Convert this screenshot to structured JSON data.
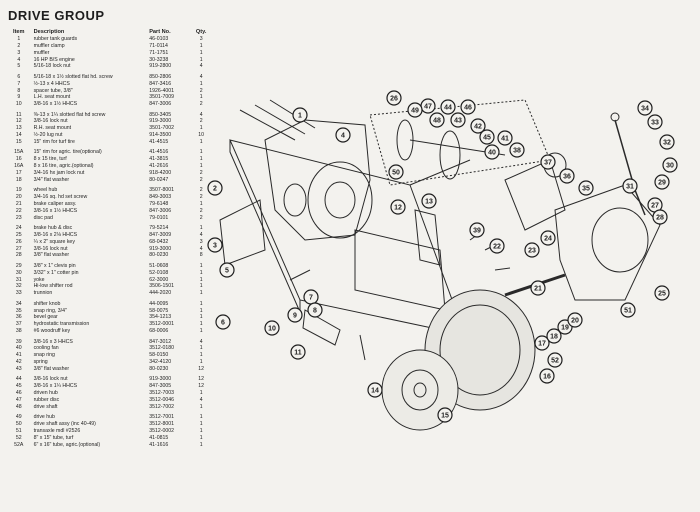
{
  "title": "DRIVE GROUP",
  "headers": {
    "item": "Item",
    "description": "Description",
    "part_no": "Part No.",
    "qty": "Qty."
  },
  "groups": [
    [
      {
        "item": "1",
        "desc": "rubber tank guards",
        "part": "46-0103",
        "qty": "3"
      },
      {
        "item": "2",
        "desc": "muffler clamp",
        "part": "71-0114",
        "qty": "1"
      },
      {
        "item": "3",
        "desc": "muffler",
        "part": "71-1751",
        "qty": "1"
      },
      {
        "item": "4",
        "desc": "16 HP B/S engine",
        "part": "30-3238",
        "qty": "1"
      },
      {
        "item": "5",
        "desc": "5/16-18 lock nut",
        "part": "919-2800",
        "qty": "4"
      }
    ],
    [
      {
        "item": "6",
        "desc": "5/16-18 x 1½ slotted flat hd. screw",
        "part": "850-2806",
        "qty": "4"
      },
      {
        "item": "7",
        "desc": "½-13 x 4 HHCS",
        "part": "847-3416",
        "qty": "1"
      },
      {
        "item": "8",
        "desc": "spacer tube, 3/8\"",
        "part": "1926-4001",
        "qty": "2"
      },
      {
        "item": "9",
        "desc": "L.H. seat mount",
        "part": "3501-7009",
        "qty": "1"
      },
      {
        "item": "10",
        "desc": "3/8-16 x 1½ HHCS",
        "part": "847-3006",
        "qty": "2"
      }
    ],
    [
      {
        "item": "11",
        "desc": "⅜-13 x 1¼ slotted flat hd screw",
        "part": "850-3405",
        "qty": "4"
      },
      {
        "item": "12",
        "desc": "3/8-16 lock nut",
        "part": "919-3000",
        "qty": "2"
      },
      {
        "item": "13",
        "desc": "R.H. seat mount",
        "part": "3501-7002",
        "qty": "1"
      },
      {
        "item": "14",
        "desc": "½-20 lug nut",
        "part": "914-3500",
        "qty": "10"
      },
      {
        "item": "15",
        "desc": "15\" rim for turf tire",
        "part": "41-4515",
        "qty": "1"
      }
    ],
    [
      {
        "item": "15A",
        "desc": "15\" rim for agric. tire(optional)",
        "part": "41-4516",
        "qty": "1"
      },
      {
        "item": "16",
        "desc": "8 x 15 tire, turf",
        "part": "41-3815",
        "qty": "1"
      },
      {
        "item": "16A",
        "desc": "8 x 16 tire, agric.(optional)",
        "part": "41-2616",
        "qty": "1"
      },
      {
        "item": "17",
        "desc": "3/4-16 hx jam lock nut",
        "part": "918-4200",
        "qty": "2"
      },
      {
        "item": "18",
        "desc": "3/4\" flat washer",
        "part": "80-0247",
        "qty": "2"
      }
    ],
    [
      {
        "item": "19",
        "desc": "wheel hub",
        "part": "3507-8001",
        "qty": "2"
      },
      {
        "item": "20",
        "desc": "3/4-16 sq. hd set screw",
        "part": "849-3003",
        "qty": "2"
      },
      {
        "item": "21",
        "desc": "brake caliper assy.",
        "part": "79-6148",
        "qty": "1"
      },
      {
        "item": "22",
        "desc": "3/8-16 x 1½ HHCS",
        "part": "847-3006",
        "qty": "2"
      },
      {
        "item": "23",
        "desc": "disc pad",
        "part": "79-0101",
        "qty": "2"
      }
    ],
    [
      {
        "item": "24",
        "desc": "brake hub & disc",
        "part": "79-5214",
        "qty": "1"
      },
      {
        "item": "25",
        "desc": "3/8-16 x 2⅛ HHCS",
        "part": "847-3009",
        "qty": "4"
      },
      {
        "item": "26",
        "desc": "¼ x 2\" square key",
        "part": "68-0432",
        "qty": "3"
      },
      {
        "item": "27",
        "desc": "3/8-16 lock nut",
        "part": "919-3000",
        "qty": "4"
      },
      {
        "item": "28",
        "desc": "3/8\" flat washer",
        "part": "80-0230",
        "qty": "8"
      }
    ],
    [
      {
        "item": "29",
        "desc": "3/8\" x 1\" clevis pin",
        "part": "51-0608",
        "qty": "1"
      },
      {
        "item": "30",
        "desc": "3/32\" x 1\" cotter pin",
        "part": "52-0108",
        "qty": "1"
      },
      {
        "item": "31",
        "desc": "yoke",
        "part": "62-3000",
        "qty": "1"
      },
      {
        "item": "32",
        "desc": "Hi-low shifter rod",
        "part": "3506-1501",
        "qty": "1"
      },
      {
        "item": "33",
        "desc": "trunnion",
        "part": "444-2020",
        "qty": "1"
      }
    ],
    [
      {
        "item": "34",
        "desc": "shifter knob",
        "part": "44-0095",
        "qty": "1"
      },
      {
        "item": "35",
        "desc": "snap ring, 3/4\"",
        "part": "58-0075",
        "qty": "1"
      },
      {
        "item": "36",
        "desc": "bevel gear",
        "part": "354-1213",
        "qty": "1"
      },
      {
        "item": "37",
        "desc": "hydrostatic transmission",
        "part": "3512-0001",
        "qty": "1"
      },
      {
        "item": "38",
        "desc": "#6 woodruff key",
        "part": "68-0006",
        "qty": "1"
      }
    ],
    [
      {
        "item": "39",
        "desc": "3/8-16 x 3 HHCS",
        "part": "847-3012",
        "qty": "4"
      },
      {
        "item": "40",
        "desc": "cooling fan",
        "part": "3512-0180",
        "qty": "1"
      },
      {
        "item": "41",
        "desc": "snap ring",
        "part": "58-0150",
        "qty": "1"
      },
      {
        "item": "42",
        "desc": "spring",
        "part": "342-4120",
        "qty": "1"
      },
      {
        "item": "43",
        "desc": "3/8\" flat washer",
        "part": "80-0230",
        "qty": "12"
      }
    ],
    [
      {
        "item": "44",
        "desc": "3/8-16 lock nut",
        "part": "919-3000",
        "qty": "12"
      },
      {
        "item": "45",
        "desc": "3/8-16 x 1¼ HHCS",
        "part": "847-3005",
        "qty": "12"
      },
      {
        "item": "46",
        "desc": "driven hub",
        "part": "3512-7003",
        "qty": "1"
      },
      {
        "item": "47",
        "desc": "rubber disc",
        "part": "3512-0046",
        "qty": "4"
      },
      {
        "item": "48",
        "desc": "drive shaft",
        "part": "3512-7002",
        "qty": "1"
      }
    ],
    [
      {
        "item": "49",
        "desc": "drive hub",
        "part": "3512-7001",
        "qty": "1"
      },
      {
        "item": "50",
        "desc": "drive shaft assy (inc 40-49)",
        "part": "3512-8001",
        "qty": "1"
      },
      {
        "item": "51",
        "desc": "transaxle mdl #2526",
        "part": "3512-0002",
        "qty": "1"
      },
      {
        "item": "52",
        "desc": "8\" x 15\" tube, turf",
        "part": "41-0815",
        "qty": "1"
      },
      {
        "item": "52A",
        "desc": "6\" x 16\" tube, agric.(optional)",
        "part": "41-1616",
        "qty": "1"
      }
    ]
  ],
  "callouts": [
    "1",
    "2",
    "3",
    "4",
    "5",
    "6",
    "7",
    "8",
    "9",
    "10",
    "11",
    "12",
    "13",
    "14",
    "15",
    "16",
    "17",
    "18",
    "19",
    "20",
    "21",
    "22",
    "23",
    "24",
    "25",
    "26",
    "27",
    "28",
    "29",
    "30",
    "31",
    "32",
    "33",
    "34",
    "35",
    "36",
    "37",
    "38",
    "39",
    "40",
    "41",
    "42",
    "43",
    "44",
    "45",
    "46",
    "47",
    "48",
    "49",
    "50",
    "51",
    "52"
  ]
}
